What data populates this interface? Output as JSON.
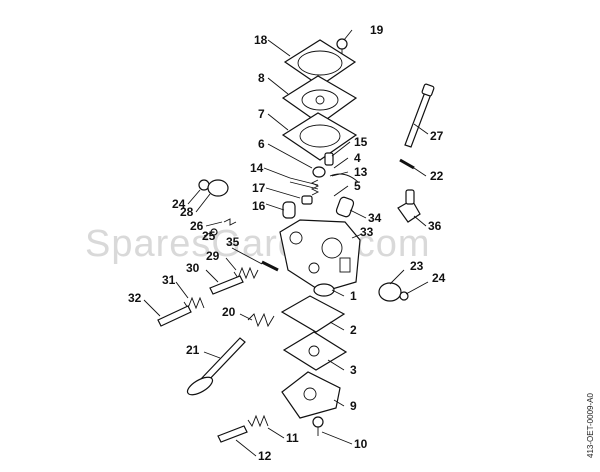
{
  "watermark": "SparesGarden.com",
  "drawing_code": "413-OET-0009-A0",
  "callouts": [
    {
      "id": "19",
      "text": "19"
    },
    {
      "id": "18",
      "text": "18"
    },
    {
      "id": "8",
      "text": "8"
    },
    {
      "id": "7",
      "text": "7"
    },
    {
      "id": "6",
      "text": "6"
    },
    {
      "id": "15",
      "text": "15"
    },
    {
      "id": "27",
      "text": "27"
    },
    {
      "id": "4",
      "text": "4"
    },
    {
      "id": "14",
      "text": "14"
    },
    {
      "id": "13",
      "text": "13"
    },
    {
      "id": "22",
      "text": "22"
    },
    {
      "id": "24a",
      "text": "24"
    },
    {
      "id": "17",
      "text": "17"
    },
    {
      "id": "5",
      "text": "5"
    },
    {
      "id": "28",
      "text": "28"
    },
    {
      "id": "16",
      "text": "16"
    },
    {
      "id": "34",
      "text": "34"
    },
    {
      "id": "26",
      "text": "26"
    },
    {
      "id": "36",
      "text": "36"
    },
    {
      "id": "25",
      "text": "25"
    },
    {
      "id": "33",
      "text": "33"
    },
    {
      "id": "35",
      "text": "35"
    },
    {
      "id": "29",
      "text": "29"
    },
    {
      "id": "23",
      "text": "23"
    },
    {
      "id": "24b",
      "text": "24"
    },
    {
      "id": "30",
      "text": "30"
    },
    {
      "id": "31",
      "text": "31"
    },
    {
      "id": "1",
      "text": "1"
    },
    {
      "id": "32",
      "text": "32"
    },
    {
      "id": "2",
      "text": "2"
    },
    {
      "id": "20",
      "text": "20"
    },
    {
      "id": "3",
      "text": "3"
    },
    {
      "id": "21",
      "text": "21"
    },
    {
      "id": "9",
      "text": "9"
    },
    {
      "id": "10",
      "text": "10"
    },
    {
      "id": "11",
      "text": "11"
    },
    {
      "id": "12",
      "text": "12"
    }
  ]
}
